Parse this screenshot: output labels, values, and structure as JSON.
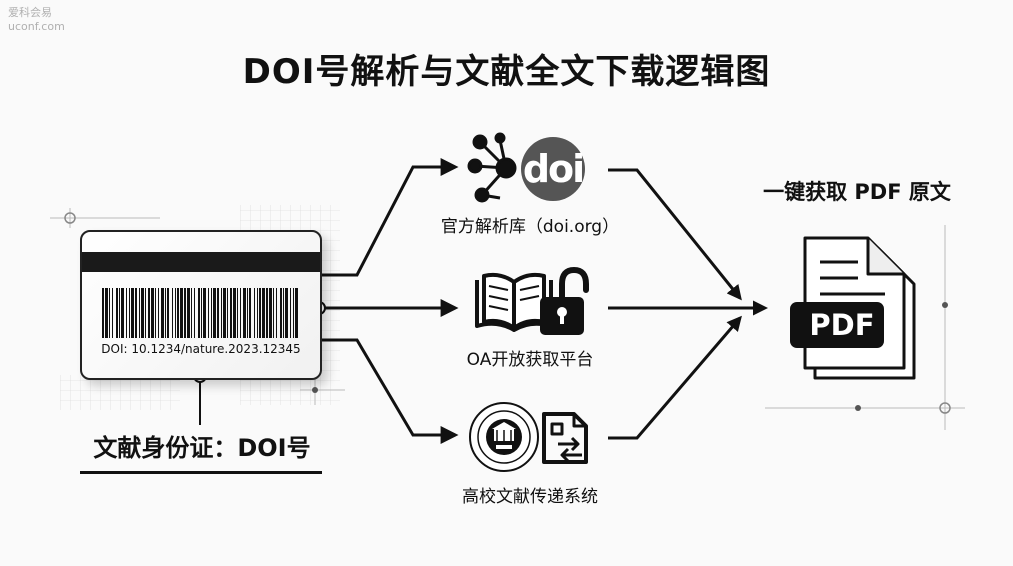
{
  "watermark": {
    "site_name": "爱科会易",
    "domain": "uconf.com"
  },
  "title": "DOI号解析与文献全文下载逻辑图",
  "source": {
    "stripe": "",
    "doi_code": "DOI: 10.1234/nature.2023.12345",
    "caption": "文献身份证：DOI号"
  },
  "channels": [
    {
      "label": "官方解析库（doi.org）",
      "icons": [
        "network-nodes-icon",
        "doi-logo"
      ],
      "logo_text": "doi"
    },
    {
      "label": "OA开放获取平台",
      "icons": [
        "open-book-icon",
        "unlocked-padlock-icon"
      ]
    },
    {
      "label": "高校文献传递系统",
      "icons": [
        "university-seal-icon",
        "document-transfer-icon"
      ]
    }
  ],
  "result": {
    "title": "一键获取 PDF 原文",
    "badge": "PDF",
    "icon": "pdf-document-stack-icon"
  },
  "colors": {
    "ink": "#111111",
    "background": "#fafafa",
    "watermark": "#b0b0b0",
    "grid": "#cccccc"
  }
}
